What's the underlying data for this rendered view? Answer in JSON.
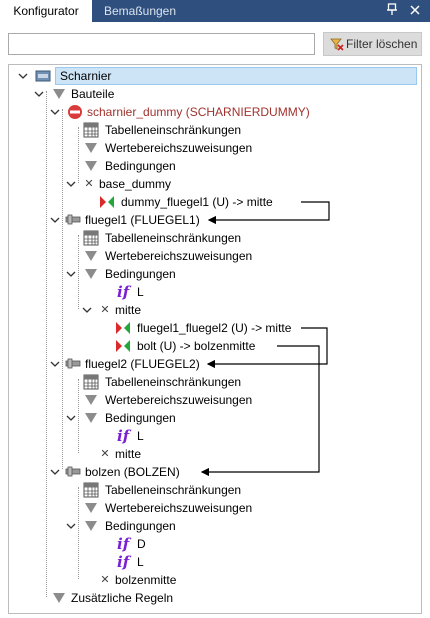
{
  "tabs": {
    "active": "Konfigurator",
    "inactive": "Bemaßungen"
  },
  "search": {
    "value": "",
    "placeholder": ""
  },
  "filter": {
    "label": "Filter löschen"
  },
  "tree": {
    "root": "Scharnier",
    "bauteile": "Bauteile",
    "dummy": "scharnier_dummy (SCHARNIERDUMMY)",
    "dummy_tab": "Tabelleneinschränkungen",
    "dummy_wert": "Wertebereichszuweisungen",
    "dummy_bed": "Bedingungen",
    "base_dummy": "base_dummy",
    "conn1": "dummy_fluegel1 (U) -> mitte",
    "fluegel1": "fluegel1 (FLUEGEL1)",
    "f1_tab": "Tabelleneinschränkungen",
    "f1_wert": "Wertebereichszuweisungen",
    "f1_bed": "Bedingungen",
    "f1_if": "L",
    "mitte1": "mitte",
    "conn2": "fluegel1_fluegel2 (U) -> mitte",
    "conn3": "bolt (U) -> bolzenmitte",
    "fluegel2": "fluegel2 (FLUEGEL2)",
    "f2_tab": "Tabelleneinschränkungen",
    "f2_wert": "Wertebereichszuweisungen",
    "f2_bed": "Bedingungen",
    "f2_if": "L",
    "mitte2": "mitte",
    "bolzen": "bolzen (BOLZEN)",
    "b_tab": "Tabelleneinschränkungen",
    "b_wert": "Wertebereichszuweisungen",
    "b_bed": "Bedingungen",
    "b_if1": "D",
    "b_if2": "L",
    "bolzenmitte": "bolzenmitte",
    "zusatz": "Zusätzliche Regeln"
  },
  "colors": {
    "tabbar": "#2f4f7f",
    "selection": "#cde4f7",
    "red_label": "#a0322e",
    "if_purple": "#7a1fd1"
  }
}
